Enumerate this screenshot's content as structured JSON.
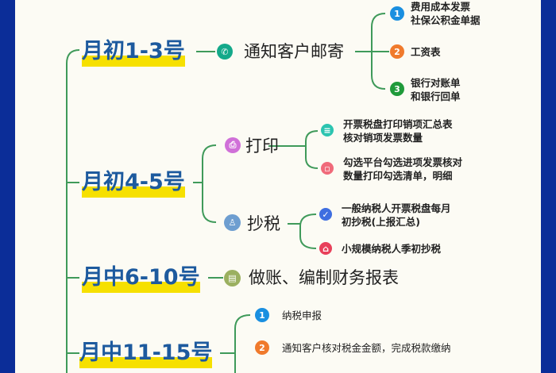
{
  "colors": {
    "frame": "#0b2d98",
    "date_text": "#1d5a9e",
    "highlight": "#f6e000",
    "line": "#3f9a5a",
    "background": "#fcfbf4"
  },
  "nodes": [
    {
      "date": "月初1-3号",
      "task": "通知客户邮寄",
      "task_icon": "phone-icon",
      "items": [
        {
          "marker": "1",
          "text": [
            "费用成本发票",
            "社保公积金单据"
          ]
        },
        {
          "marker": "2",
          "text": [
            "工资表"
          ]
        },
        {
          "marker": "3",
          "text": [
            "银行对账单",
            "和银行回单"
          ]
        }
      ]
    },
    {
      "date": "月初4-5号",
      "subtasks": [
        {
          "task": "打印",
          "task_icon": "printer-icon",
          "items": [
            {
              "icon": "list-icon",
              "text": [
                "开票税盘打印销项汇总表",
                "核对销项发票数量"
              ]
            },
            {
              "icon": "box-icon",
              "text": [
                "勾选平台勾选进项发票核对",
                "数量打印勾选清单，明细"
              ]
            }
          ]
        },
        {
          "task": "抄税",
          "task_icon": "person-icon",
          "items": [
            {
              "icon": "check-icon",
              "text": [
                "一般纳税人开票税盘每月",
                "初抄税(上报汇总)"
              ]
            },
            {
              "icon": "home-icon",
              "text": [
                "小规模纳税人季初抄税"
              ]
            }
          ]
        }
      ]
    },
    {
      "date": "月中6-10号",
      "task": "做账、编制财务报表",
      "task_icon": "ledger-icon"
    },
    {
      "date": "月中11-15号",
      "items": [
        {
          "marker": "1",
          "text": [
            "纳税申报"
          ]
        },
        {
          "marker": "2",
          "text": [
            "通知客户核对税金金额，完成税款缴纳"
          ]
        }
      ]
    }
  ]
}
